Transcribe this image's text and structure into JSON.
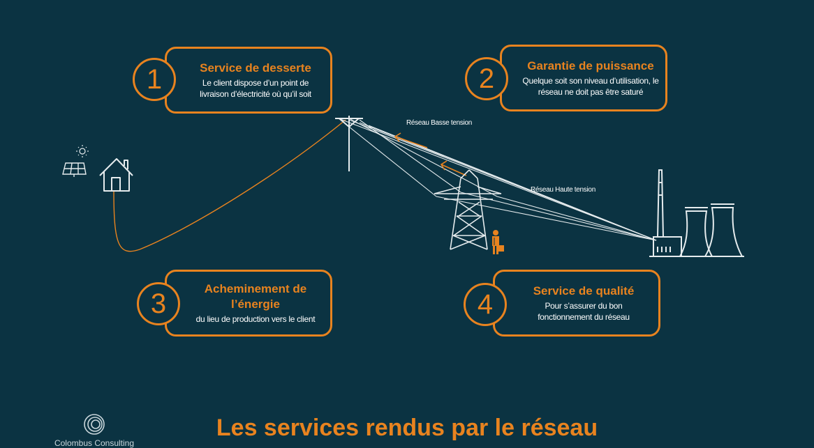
{
  "services": [
    {
      "number": "1",
      "title": "Service de desserte",
      "description": "Le client dispose d’un point de livraison d’électricité où qu’il soit"
    },
    {
      "number": "2",
      "title": "Garantie de puissance",
      "description": "Quelque soit son niveau d’utilisation, le réseau ne doit pas être saturé"
    },
    {
      "number": "3",
      "title": "Acheminement de l’énergie",
      "description": "du lieu de production vers le client"
    },
    {
      "number": "4",
      "title": "Service de qualité",
      "description": "Pour s’assurer du bon fonctionnement du réseau"
    }
  ],
  "network": {
    "low_voltage_label": "Réseau Basse tension",
    "high_voltage_label": "Réseau Haute tension"
  },
  "page_title": "Les services rendus par le réseau",
  "brand": {
    "name": "Colombus Consulting"
  },
  "colors": {
    "background": "#0b3342",
    "accent": "#e8831f",
    "line": "#e6ecee"
  },
  "icons": [
    "sun-icon",
    "solar-panel-icon",
    "house-icon",
    "utility-pole-icon",
    "pylon-icon",
    "worker-icon",
    "power-plant-icon",
    "brand-logo-icon"
  ]
}
